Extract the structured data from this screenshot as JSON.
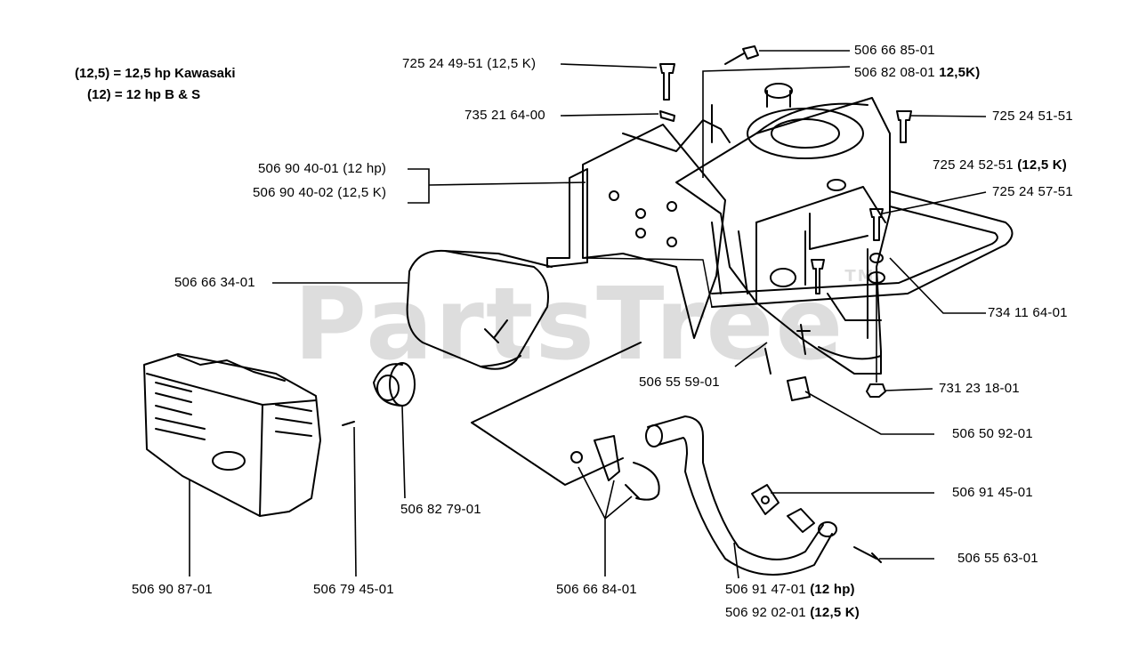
{
  "legend": {
    "line1": "(12,5) = 12,5 hp Kawasaki",
    "line2": "(12) = 12 hp B & S"
  },
  "watermark": {
    "text": "PartsTree",
    "mark": "TM"
  },
  "parts": {
    "p1": {
      "number": "725 24 49-51",
      "note": "(12,5 K)"
    },
    "p2": {
      "number": "735 21 64-00",
      "note": ""
    },
    "p3a": {
      "number": "506 90 40-01",
      "note": "(12 hp)"
    },
    "p3b": {
      "number": "506 90 40-02",
      "note": "(12,5 K)"
    },
    "p4": {
      "number": "506 66 34-01",
      "note": ""
    },
    "p5a": {
      "number": "506 66 85-01",
      "note": ""
    },
    "p5b": {
      "number": "506 82 08-01",
      "note": "12,5K)"
    },
    "p6": {
      "number": "725 24 51-51",
      "note": ""
    },
    "p7": {
      "number": "725 24 52-51",
      "note": "(12,5 K)"
    },
    "p8": {
      "number": "725 24 57-51",
      "note": ""
    },
    "p9": {
      "number": "734 11 64-01",
      "note": ""
    },
    "p10": {
      "number": "506 55 59-01",
      "note": ""
    },
    "p11": {
      "number": "731 23 18-01",
      "note": ""
    },
    "p12": {
      "number": "506 50 92-01",
      "note": ""
    },
    "p13": {
      "number": "506 91 45-01",
      "note": ""
    },
    "p14": {
      "number": "506 55 63-01",
      "note": ""
    },
    "p15": {
      "number": "506 82 79-01",
      "note": ""
    },
    "p16": {
      "number": "506 90 87-01",
      "note": ""
    },
    "p17": {
      "number": "506 79 45-01",
      "note": ""
    },
    "p18": {
      "number": "506 66 84-01",
      "note": ""
    },
    "p19a": {
      "number": "506 91 47-01",
      "note": "(12 hp)"
    },
    "p19b": {
      "number": "506 92 02-01",
      "note": "(12,5 K)"
    }
  }
}
